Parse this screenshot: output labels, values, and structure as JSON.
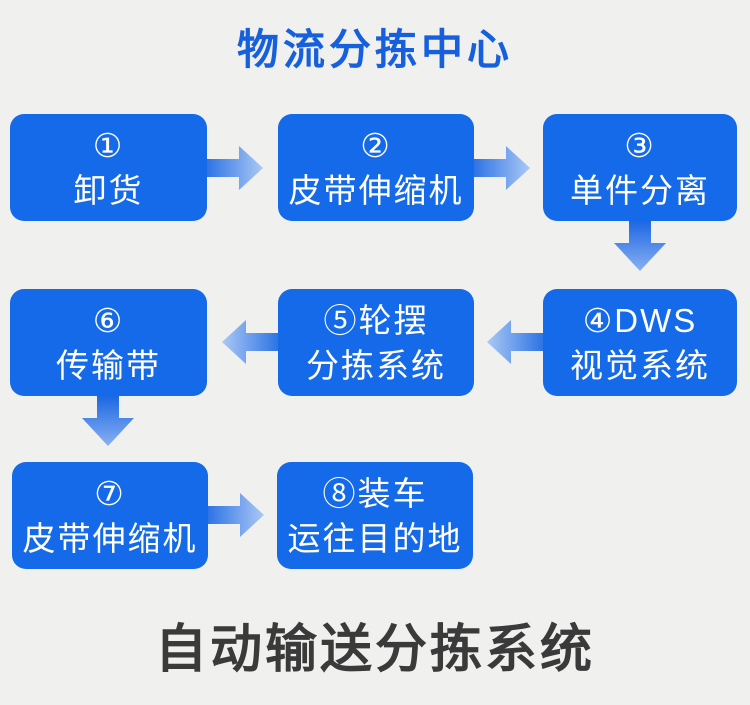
{
  "colors": {
    "background": "#f0f0ee",
    "box_blue": "#146ae9",
    "box_text": "#ffffff",
    "header_blue": "#1760dd",
    "footer_dark": "#3a3a3a",
    "arrow_dark": "#2e74e4",
    "arrow_light": "#abc8f5"
  },
  "header": {
    "title": "物流分拣中心"
  },
  "footer": {
    "title": "自动输送分拣系统"
  },
  "flow": {
    "steps": [
      {
        "id": "1",
        "line1": "①",
        "line2": "卸货"
      },
      {
        "id": "2",
        "line1": "②",
        "line2": "皮带伸缩机"
      },
      {
        "id": "3",
        "line1": "③",
        "line2": "单件分离"
      },
      {
        "id": "4",
        "line1": "④DWS",
        "line2": "视觉系统"
      },
      {
        "id": "5",
        "line1": "⑤轮摆",
        "line2": "分拣系统"
      },
      {
        "id": "6",
        "line1": "⑥",
        "line2": "传输带"
      },
      {
        "id": "7",
        "line1": "⑦",
        "line2": "皮带伸缩机"
      },
      {
        "id": "8",
        "line1": "⑧装车",
        "line2": "运往目的地"
      }
    ],
    "arrows": [
      {
        "from": "1",
        "to": "2",
        "direction": "right"
      },
      {
        "from": "2",
        "to": "3",
        "direction": "right"
      },
      {
        "from": "3",
        "to": "4",
        "direction": "down"
      },
      {
        "from": "4",
        "to": "5",
        "direction": "left"
      },
      {
        "from": "5",
        "to": "6",
        "direction": "left"
      },
      {
        "from": "6",
        "to": "7",
        "direction": "down"
      },
      {
        "from": "7",
        "to": "8",
        "direction": "right"
      }
    ]
  }
}
